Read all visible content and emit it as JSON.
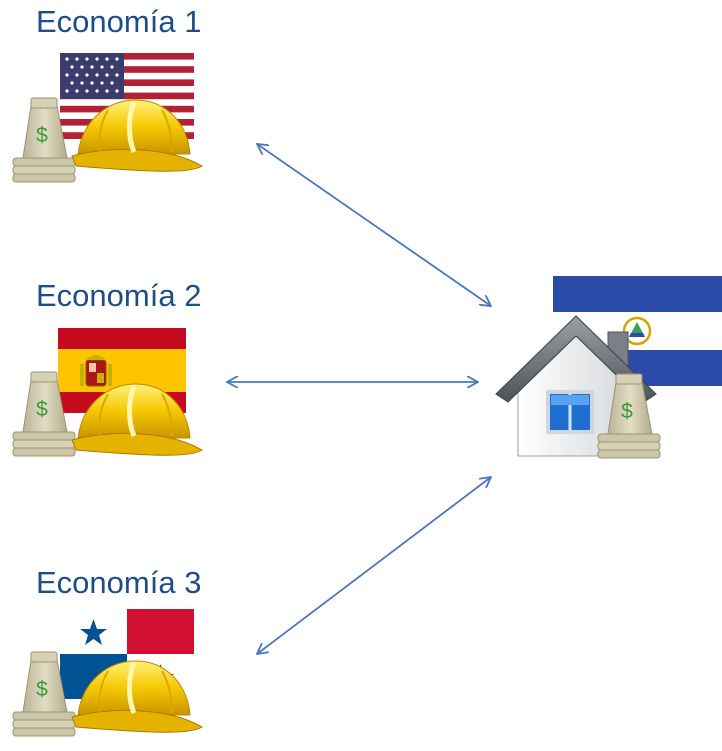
{
  "economies": [
    {
      "label": "Economía 1",
      "flag": "usa-flag"
    },
    {
      "label": "Economía 2",
      "flag": "spain-flag"
    },
    {
      "label": "Economía 3",
      "flag": "panama-flag"
    }
  ],
  "home": {
    "flag": "nicaragua-flag",
    "icon": "house-icon"
  },
  "money_symbol": "$",
  "colors": {
    "label": "#1f4e87",
    "arrow": "#4a78b8",
    "helmet": "#f2c200",
    "money": "#c8c3a4",
    "nicaragua_blue": "#2c4aa8"
  }
}
